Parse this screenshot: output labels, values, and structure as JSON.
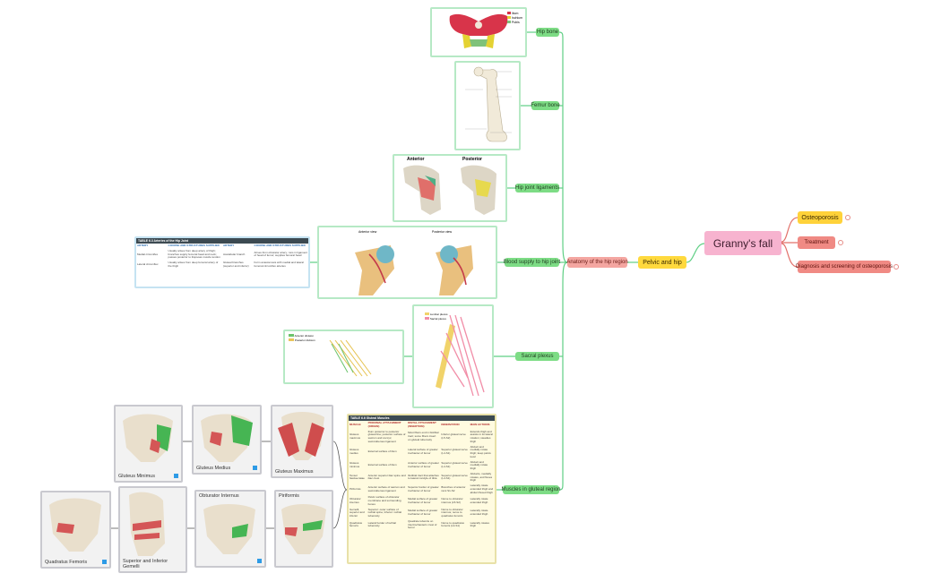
{
  "root": {
    "label": "Granny's fall"
  },
  "right_topics": [
    {
      "label": "Osteoporosis"
    },
    {
      "label": "Treatment"
    },
    {
      "label": "Diagnosis and screening of osteoporosis"
    }
  ],
  "pelvic": {
    "label": "Pelvic and hip"
  },
  "anatomy": {
    "label": "Anatomy of the hip region"
  },
  "branches": [
    {
      "label": "Hip bone"
    },
    {
      "label": "Femur bone"
    },
    {
      "label": "Hip joint ligaments"
    },
    {
      "label": "Blood supply to hip joint"
    },
    {
      "label": "Sacral plexus"
    },
    {
      "label": "Muscles in gluteal region"
    }
  ],
  "hip_legend": [
    "Ilium",
    "Ischium",
    "Pubis"
  ],
  "ligament_views": {
    "anterior": "Anterior",
    "posterior": "Posterior"
  },
  "blood_views": {
    "anterior": "Anterior view",
    "posterior": "Posterior view"
  },
  "arteries_table": {
    "title": "TABLE 6.3 Arteries of the Hip Joint",
    "headers": [
      "ARTERY",
      "COURSE AND STRUCTURES SUPPLIED",
      "ARTERY",
      "COURSE AND STRUCTURES SUPPLIED"
    ],
    "rows": [
      [
        "Medial circumflex",
        "Usually arises from deep artery of thigh; branches supply femoral head and neck; passes posterior to iliopsoas muscle tendon",
        "Acetabular branch",
        "Arises from obturator artery; runs in ligament of head of femur; supplies femoral head"
      ],
      [
        "Lateral circumflex",
        "Usually arises from deep femoral artery of the thigh",
        "Gluteal branches (superior and inferior)",
        "Form anastomosis with medial and lateral femoral circumflex arteries"
      ]
    ]
  },
  "gluteal_table": {
    "title": "TABLE 6.6 Gluteal Muscles",
    "headers": [
      "MUSCLE",
      "PROXIMAL ATTACHMENT (ORIGIN)",
      "DISTAL ATTACHMENT (INSERTION)",
      "INNERVATION",
      "MAIN ACTIONS"
    ],
    "rows": [
      [
        "Gluteus maximus",
        "Ilium posterior to posterior gluteal line; posterior surface of sacrum and coccyx; sacrotuberous ligament",
        "Most fibers end in iliotibial tract; some fibers insert on gluteal tuberosity",
        "Inferior gluteal nerve (L5-S2)",
        "Extends thigh and assists in its lateral rotation; steadies thigh"
      ],
      [
        "Gluteus medius",
        "External surface of ilium",
        "Lateral surface of greater trochanter of femur",
        "Superior gluteal nerve (L4-S1)",
        "Abduct and medially rotate thigh; keep pelvis level"
      ],
      [
        "Gluteus minimus",
        "External surface of ilium",
        "Anterior surface of greater trochanter of femur",
        "Superior gluteal nerve (L4-S1)",
        "Abduct and medially rotate thigh"
      ],
      [
        "Tensor fasciae latae",
        "Anterior superior iliac spine and iliac crest",
        "Iliotibial tract that attaches to lateral condyle of tibia",
        "Superior gluteal nerve (L4-S1)",
        "Abducts, medially rotates, and flexes thigh"
      ],
      [
        "Piriformis",
        "Anterior surface of sacrum and sacrotuberous ligament",
        "Superior border of greater trochanter of femur",
        "Branches of anterior rami S1-S2",
        "Laterally rotate extended thigh and abduct flexed thigh"
      ],
      [
        "Obturator internus",
        "Pelvic surface of obturator membrane and surrounding bones",
        "Medial surface of greater trochanter of femur",
        "Nerve to obturator internus (L5-S2)",
        "Laterally rotate extended thigh"
      ],
      [
        "Gemelli, superior and inferior",
        "Superior: outer surface of ischial spine; Inferior: ischial tuberosity",
        "Medial surface of greater trochanter of femur",
        "Nerve to obturator internus; nerve to quadratus femoris",
        "Laterally rotate extended thigh"
      ],
      [
        "Quadratus femoris",
        "Lateral border of ischial tuberosity",
        "Quadrate tubercle on intertrochanteric crest of femur",
        "Nerve to quadratus femoris (L4-S1)",
        "Laterally rotates thigh"
      ]
    ]
  },
  "sacral_legend": [
    "Anterior division",
    "Posterior division"
  ],
  "sacral_legend2": [
    "Lumbar plexus",
    "Sacral plexus"
  ],
  "muscle_cards": [
    {
      "label": "Gluteus Minimus"
    },
    {
      "label": "Gluteus Medius"
    },
    {
      "label": "Gluteus Maximus"
    },
    {
      "label": "Quadratus Femoris"
    },
    {
      "label": "Superior and Inferior Gemelli"
    },
    {
      "label": "Obturator Internus"
    },
    {
      "label": "Piriformis"
    }
  ],
  "colors": {
    "green_line": "#5fcf84",
    "red_line": "#e2716a",
    "green_topic": "#7ddc85",
    "pink_topic": "#f4a6a1",
    "yellow_topic": "#ffd93d",
    "root": "#f7b3cf"
  }
}
